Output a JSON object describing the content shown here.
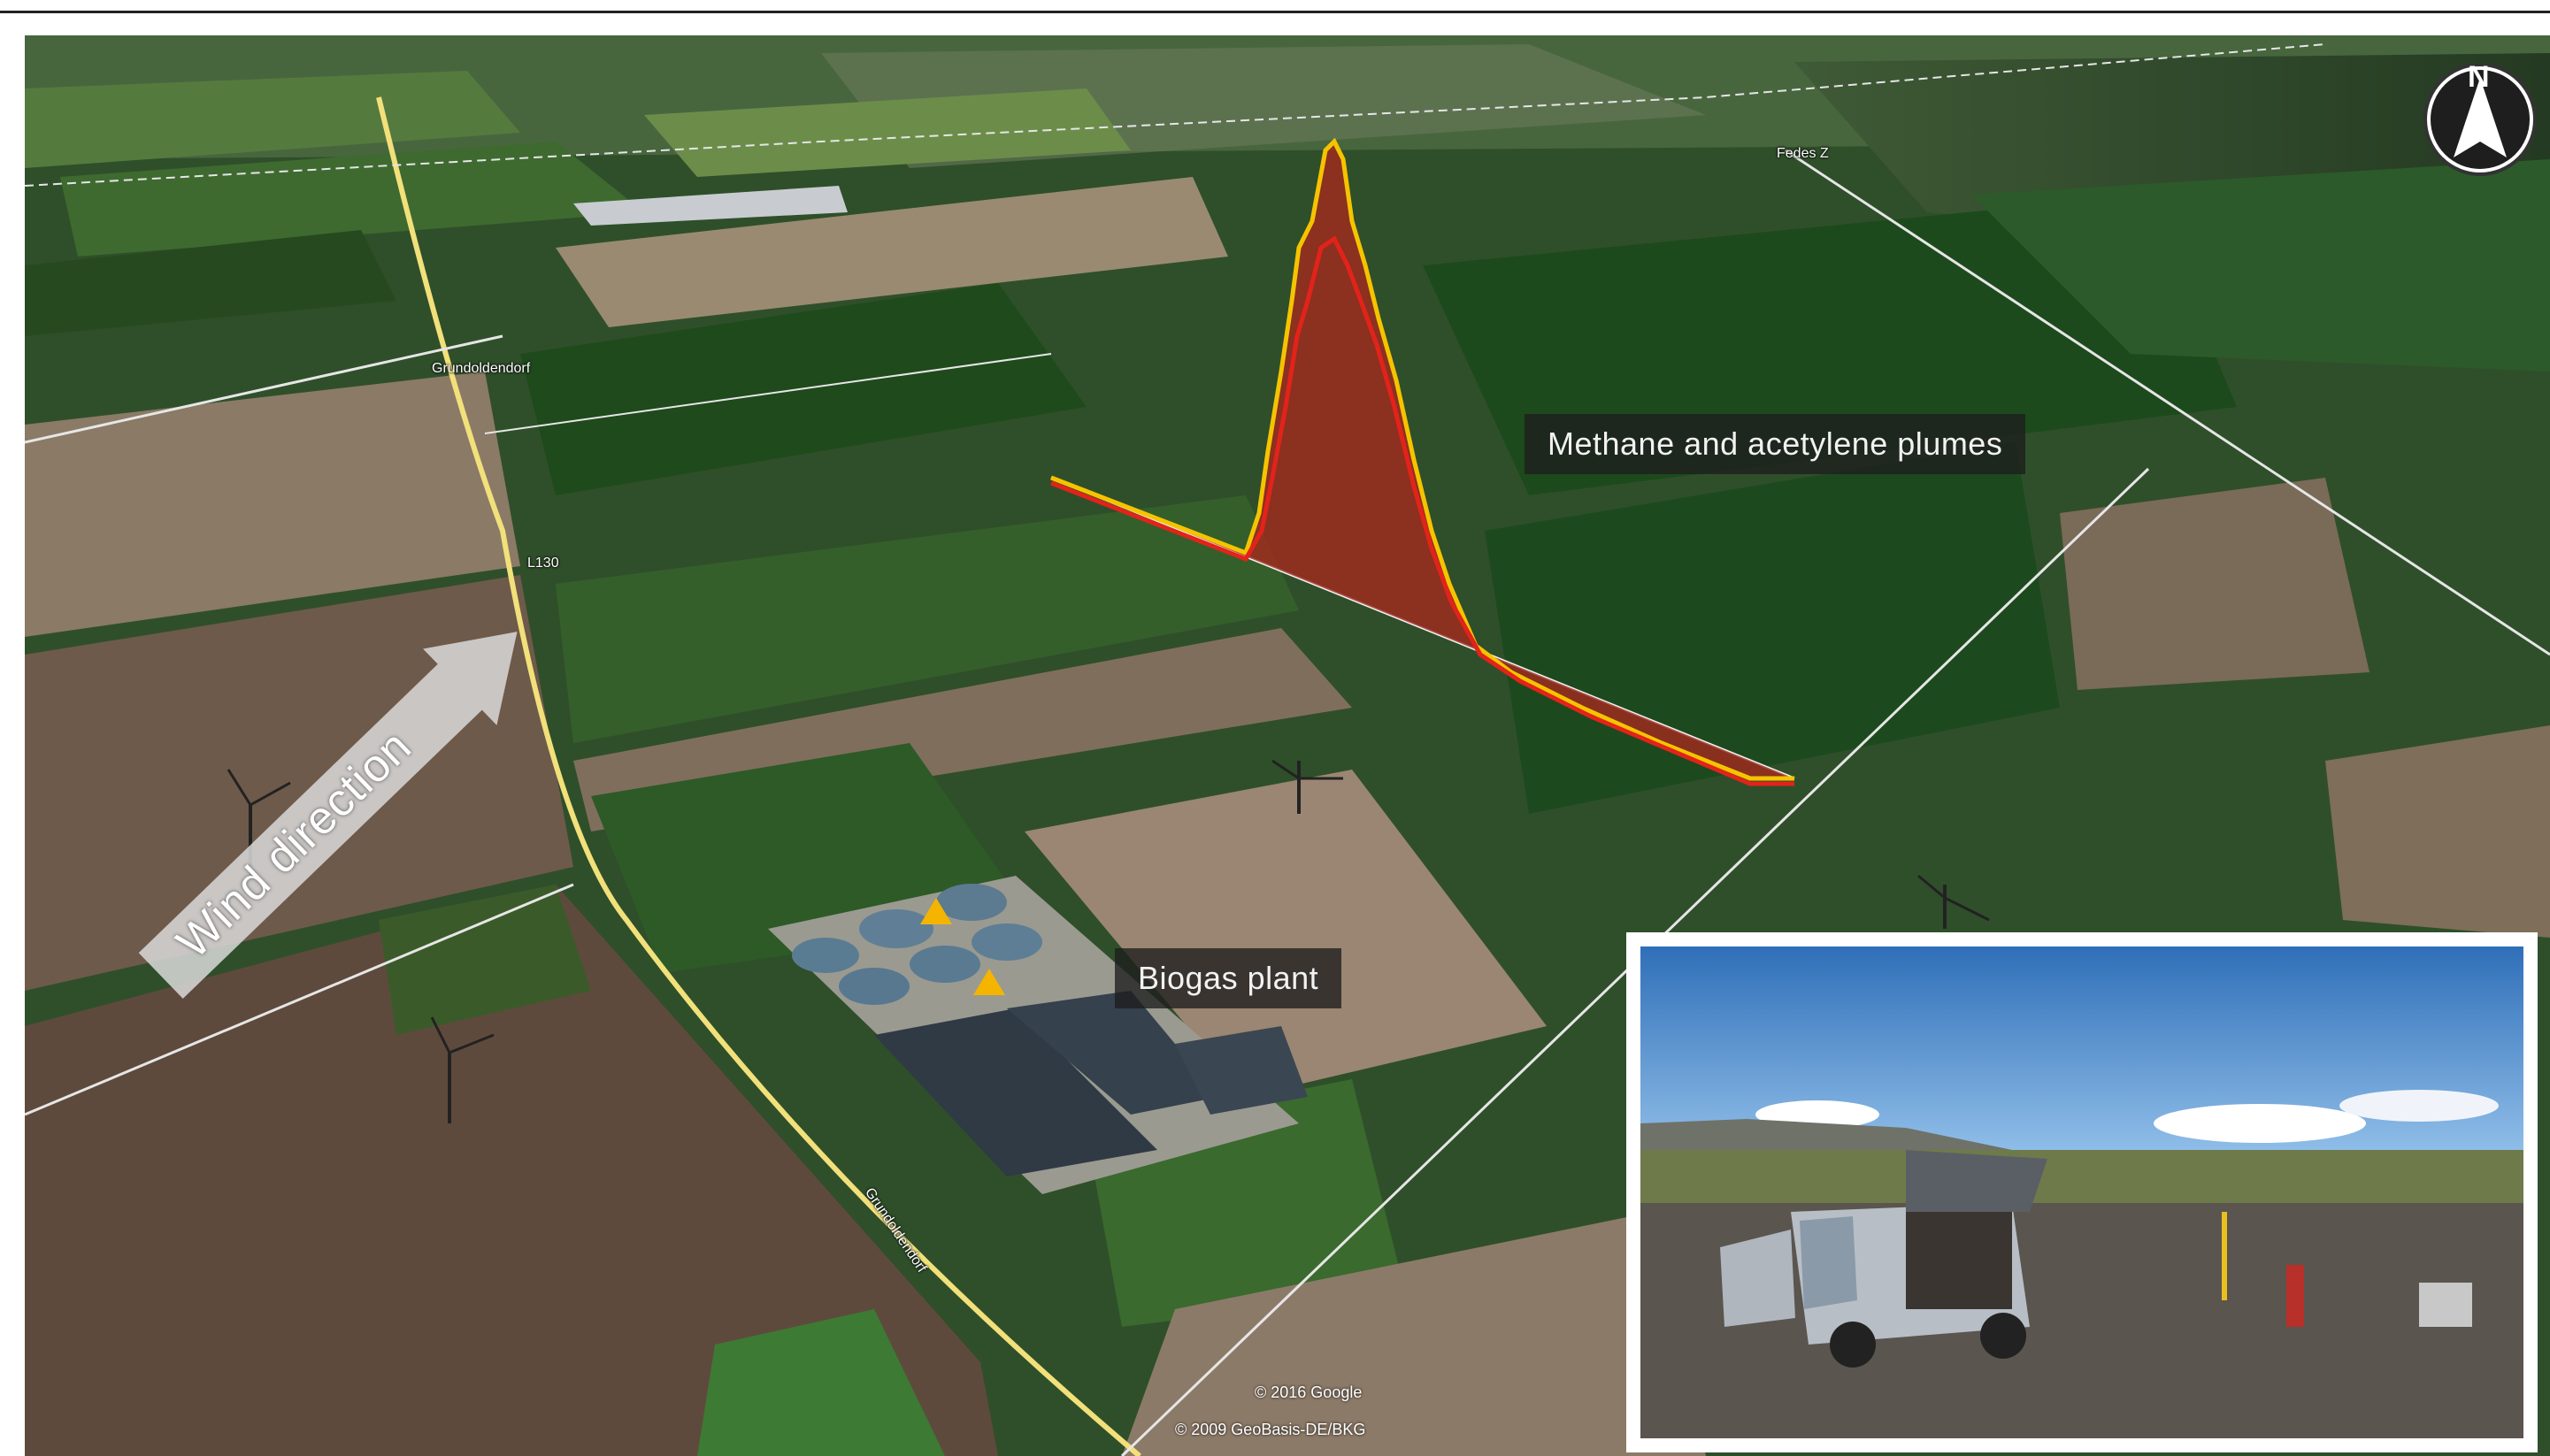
{
  "labels": {
    "plumes": "Methane and acetylene plumes",
    "biogas": "Biogas plant",
    "wind": "Wind direction"
  },
  "roads": {
    "village": "Grundoldendorf",
    "l130": "L130",
    "street": "Grundoldendorf",
    "town": "Fedes Z"
  },
  "compass": {
    "north": "N"
  },
  "copyright": {
    "google": "© 2016 Google",
    "geobasis": "© 2009 GeoBasis-DE/BKG"
  },
  "colors": {
    "plume_fill": "#a12a1e",
    "plume_outer": "#f5c400",
    "plume_inner": "#e2231a",
    "source_marker": "#f5b400",
    "road": "#f2e07a"
  },
  "markers": [
    {
      "name": "source-marker-1"
    },
    {
      "name": "source-marker-2"
    }
  ]
}
